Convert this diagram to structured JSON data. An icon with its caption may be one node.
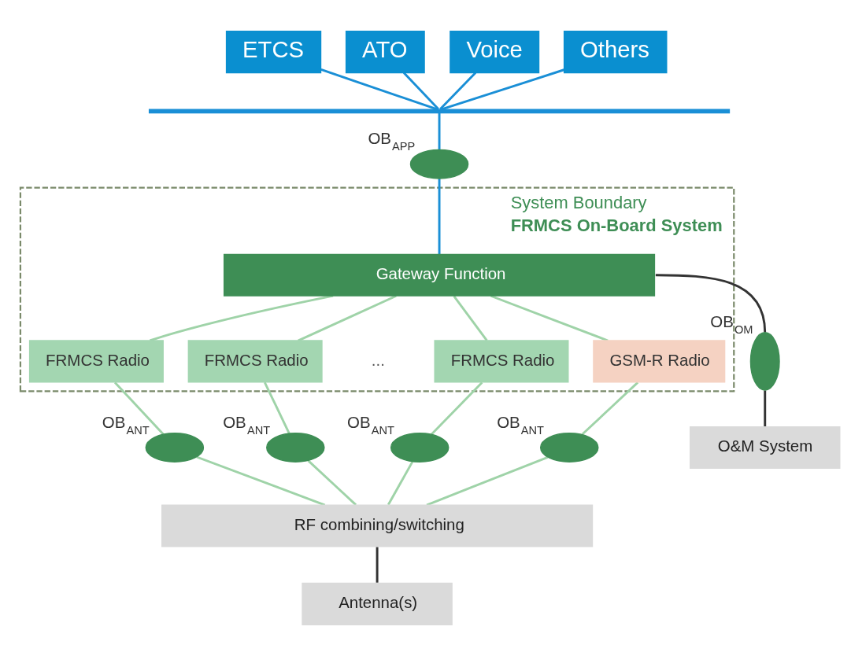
{
  "diagram": {
    "nodes": [
      {
        "text": [
          "ETCS"
        ]
      },
      {
        "text": [
          "ATO"
        ]
      },
      {
        "text": [
          "Voice"
        ]
      },
      {
        "text": [
          "Others"
        ]
      },
      {
        "text": [],
        "shape": "bar"
      },
      {
        "text": [],
        "shape": "ellipse",
        "beside": [
          "OB$_{APP}$"
        ]
      },
      {
        "text": [
          "System Boundary",
          "FRMCS On-Board System"
        ]
      },
      {
        "text": [
          "Gateway Function"
        ],
        "in": 6
      },
      {
        "text": [],
        "shape": "ellipse",
        "beside": [
          "OB$_{OM}$"
        ]
      },
      {
        "text": [
          "O&M System"
        ]
      },
      {
        "text": [
          "FRMCS Radio"
        ],
        "in": 6
      },
      {
        "text": [
          "FRMCS Radio"
        ],
        "in": 6
      },
      {
        "text": [
          "FRMCS Radio"
        ],
        "in": 6
      },
      {
        "text": [
          "GSM-R Radio"
        ],
        "in": 6
      },
      {
        "text": [],
        "shape": "ellipse",
        "beside": [
          "OB$_{ANT}$"
        ]
      },
      {
        "text": [],
        "shape": "ellipse",
        "beside": [
          "OB$_{ANT}$"
        ]
      },
      {
        "text": [],
        "shape": "ellipse",
        "beside": [
          "OB$_{ANT}$"
        ]
      },
      {
        "text": [],
        "shape": "ellipse",
        "beside": [
          "OB$_{ANT}$"
        ]
      },
      {
        "text": [
          "RF combining/switching"
        ]
      },
      {
        "text": [
          "Antenna(s)"
        ]
      }
    ],
    "edges": [
      {
        "from": 0,
        "to": 4,
        "arrow": "none",
        "color": "#1a8fd6"
      },
      {
        "from": 1,
        "to": 4,
        "arrow": "none",
        "color": "#1a8fd6"
      },
      {
        "from": 2,
        "to": 4,
        "arrow": "none",
        "color": "#1a8fd6"
      },
      {
        "from": 3,
        "to": 4,
        "arrow": "none",
        "color": "#1a8fd6"
      },
      {
        "from": 4,
        "to": 5,
        "arrow": "none",
        "color": "#1a8fd6"
      },
      {
        "from": 5,
        "to": 7,
        "arrow": "none",
        "color": "#1a8fd6"
      },
      {
        "from": 7,
        "to": 8,
        "arrow": "none",
        "color": "#333333"
      },
      {
        "from": 8,
        "to": 9,
        "arrow": "none",
        "color": "#333333"
      },
      {
        "from": 7,
        "to": 10,
        "arrow": "none"
      },
      {
        "from": 7,
        "to": 11,
        "arrow": "none"
      },
      {
        "from": 7,
        "to": 12,
        "arrow": "none"
      },
      {
        "from": 7,
        "to": 13,
        "arrow": "none"
      },
      {
        "from": 10,
        "to": 14,
        "arrow": "none"
      },
      {
        "from": 11,
        "to": 15,
        "arrow": "none"
      },
      {
        "from": 12,
        "to": 16,
        "arrow": "none"
      },
      {
        "from": 13,
        "to": 17,
        "arrow": "none"
      },
      {
        "from": 14,
        "to": 18,
        "arrow": "none"
      },
      {
        "from": 15,
        "to": 18,
        "arrow": "none"
      },
      {
        "from": 16,
        "to": 18,
        "arrow": "none"
      },
      {
        "from": 17,
        "to": 18,
        "arrow": "none"
      },
      {
        "from": 18,
        "to": 19,
        "arrow": "none",
        "color": "#333333"
      }
    ],
    "labels": [
      "..."
    ]
  }
}
